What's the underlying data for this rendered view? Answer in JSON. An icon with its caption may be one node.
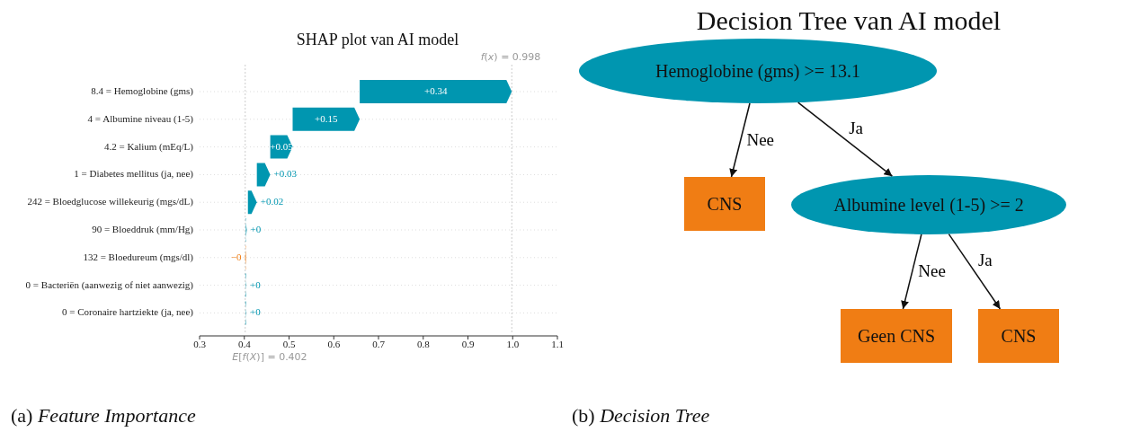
{
  "diagram": {
    "title": "Decision Tree van AI model",
    "nodes": [
      {
        "text": [
          "Hemoglobine (gms) >= 13.1"
        ]
      },
      {
        "text": [
          "CNS"
        ]
      },
      {
        "text": [
          "Albumine level (1-5) >= 2"
        ]
      },
      {
        "text": [
          "Geen CNS"
        ]
      },
      {
        "text": [
          "CNS"
        ]
      }
    ],
    "edges": [
      {
        "from": 0,
        "to": 1,
        "arrow": "to",
        "label": "Nee"
      },
      {
        "from": 0,
        "to": 2,
        "arrow": "to",
        "label": "Ja"
      },
      {
        "from": 2,
        "to": 3,
        "arrow": "to",
        "label": "Nee"
      },
      {
        "from": 2,
        "to": 4,
        "arrow": "to",
        "label": "Ja"
      }
    ],
    "labels": [
      "SHAP plot van AI model",
      "*f*(*x*) = 0.998",
      "8.4 = Hemoglobine (gms)",
      "+0.34",
      "4 = Albumine niveau (1-5)",
      "+0.15",
      "4.2 = Kalium (mEq/L)",
      "+0.05",
      "1 = Diabetes mellitus (ja, nee)",
      "+0.03",
      "242 = Bloedglucose willekeurig (mgs/dL)",
      "+0.02",
      "90 = Bloeddruk (mm/Hg)",
      "+0",
      "132 = Bloedureum (mgs/dl)",
      "−0",
      "0 = Bacteriën (aanwezig of niet aanwezig)",
      "+0",
      "0 = Coronaire hartziekte (ja, nee)",
      "+0",
      "0.3",
      "0.4",
      "0.5",
      "0.6",
      "0.7",
      "0.8",
      "0.9",
      "1.0",
      "1.1",
      "*E*[*f*(*X*)] = 0.402",
      "(a) *Feature Importance*",
      "(b) *Decision Tree*"
    ]
  }
}
